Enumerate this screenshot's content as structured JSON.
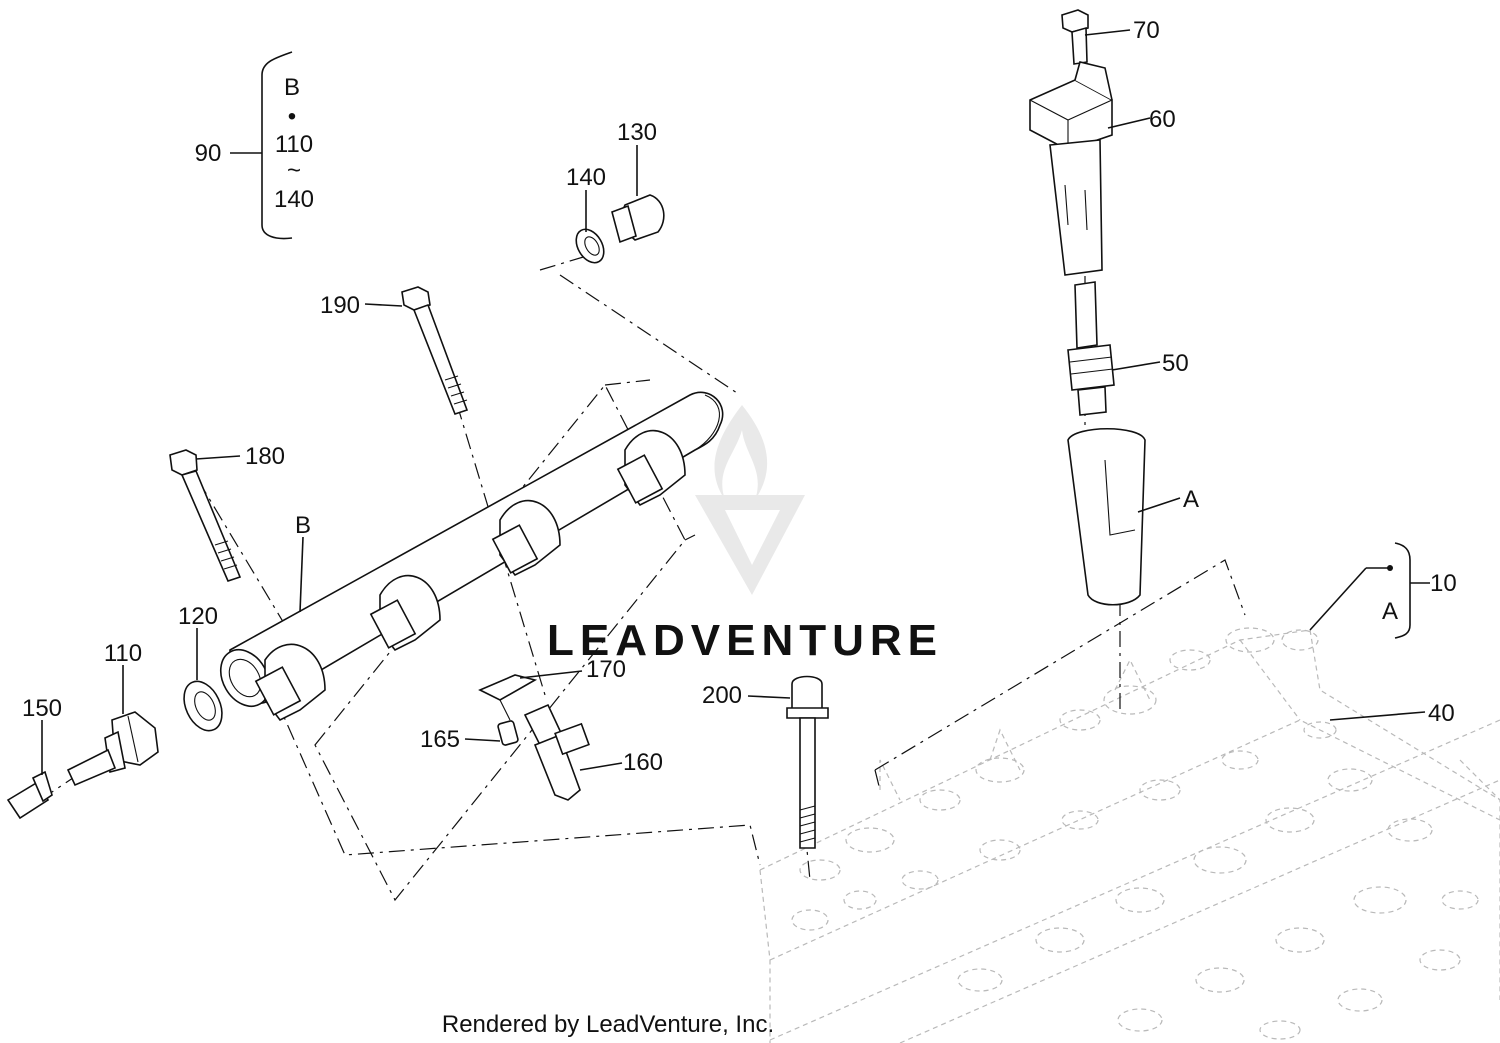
{
  "watermark": {
    "text": "LEADVENTURE"
  },
  "footer": {
    "credit": "Rendered by LeadVenture, Inc."
  },
  "kit_bracket": {
    "callout": "90",
    "top": "B",
    "dot": "•",
    "from": "110",
    "tilde": "~",
    "to": "140"
  },
  "engine_bracket": {
    "callout": "10",
    "label": "A"
  },
  "labels": {
    "p70": "70",
    "p60": "60",
    "p50": "50",
    "pA": "A",
    "p40": "40",
    "p130": "130",
    "p140": "140",
    "p190": "190",
    "p180": "180",
    "pB": "B",
    "p120": "120",
    "p110": "110",
    "p150": "150",
    "p170": "170",
    "p165": "165",
    "p160": "160",
    "p200": "200"
  }
}
